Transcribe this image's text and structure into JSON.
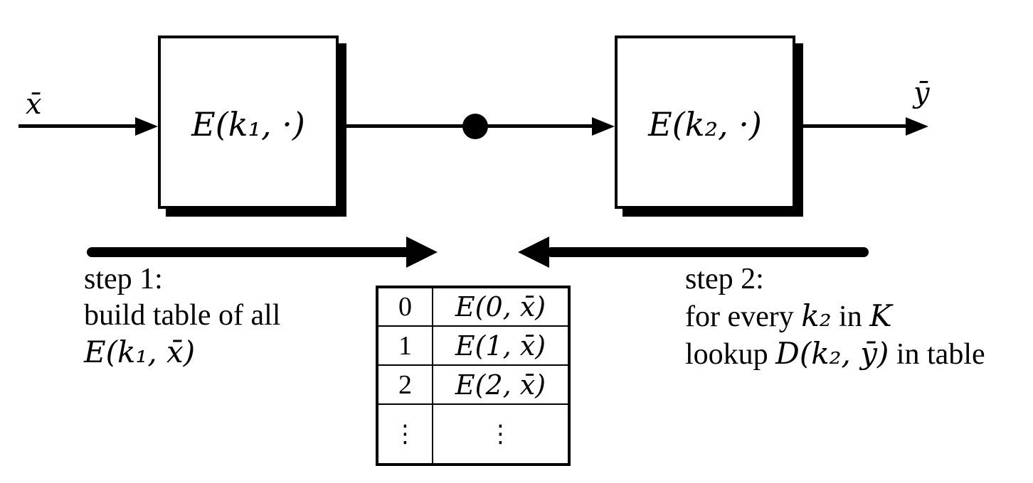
{
  "diagram": {
    "input_label": "x̄",
    "output_label": "ȳ",
    "box1_label": "E(k₁, ·)",
    "box2_label": "E(k₂, ·)"
  },
  "step1": {
    "line1": "step 1:",
    "line2": "build table of all",
    "line3_math": "E(k₁, x̄)"
  },
  "step2": {
    "line1": "step 2:",
    "line2_pre": "for every ",
    "line2_math": "k₂",
    "line2_mid": " in ",
    "line2_cal": "K",
    "line3_pre": "lookup ",
    "line3_math": "D(k₂, ȳ)",
    "line3_post": " in table"
  },
  "lookup_table": {
    "rows": [
      {
        "key": "0",
        "value": "E(0, x̄)"
      },
      {
        "key": "1",
        "value": "E(1, x̄)"
      },
      {
        "key": "2",
        "value": "E(2, x̄)"
      },
      {
        "key": "⋮",
        "value": "⋮"
      }
    ]
  },
  "colors": {
    "ink": "#000000",
    "background": "#ffffff"
  }
}
